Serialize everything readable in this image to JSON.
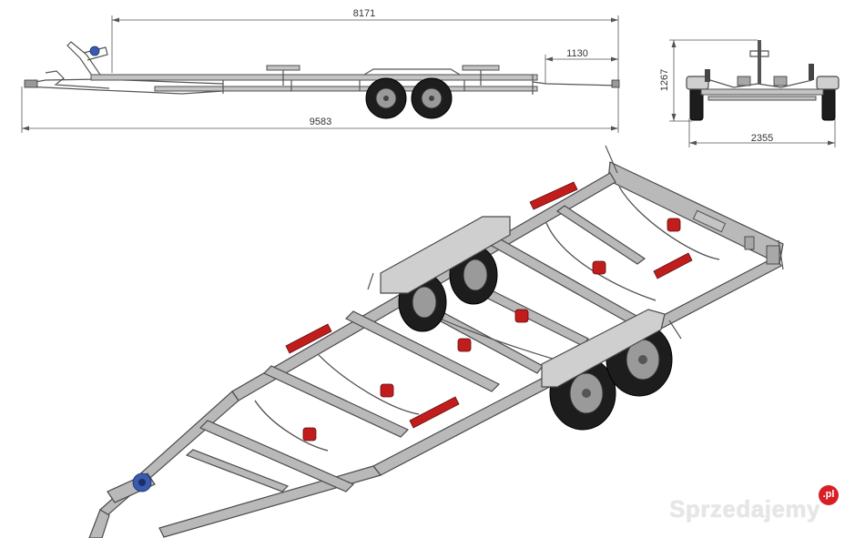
{
  "dimensions": {
    "inner_length": "8171",
    "overhang": "1130",
    "total_length": "9583",
    "height": "1267",
    "width": "2355"
  },
  "watermark": {
    "brand": "Sprzedajemy",
    "badge": ".pl"
  },
  "colors": {
    "frame": "#bdbdbd",
    "bunk_rollers": "#c21d1d",
    "winch": "#3a5ab0",
    "tires": "#1d1d1d"
  }
}
